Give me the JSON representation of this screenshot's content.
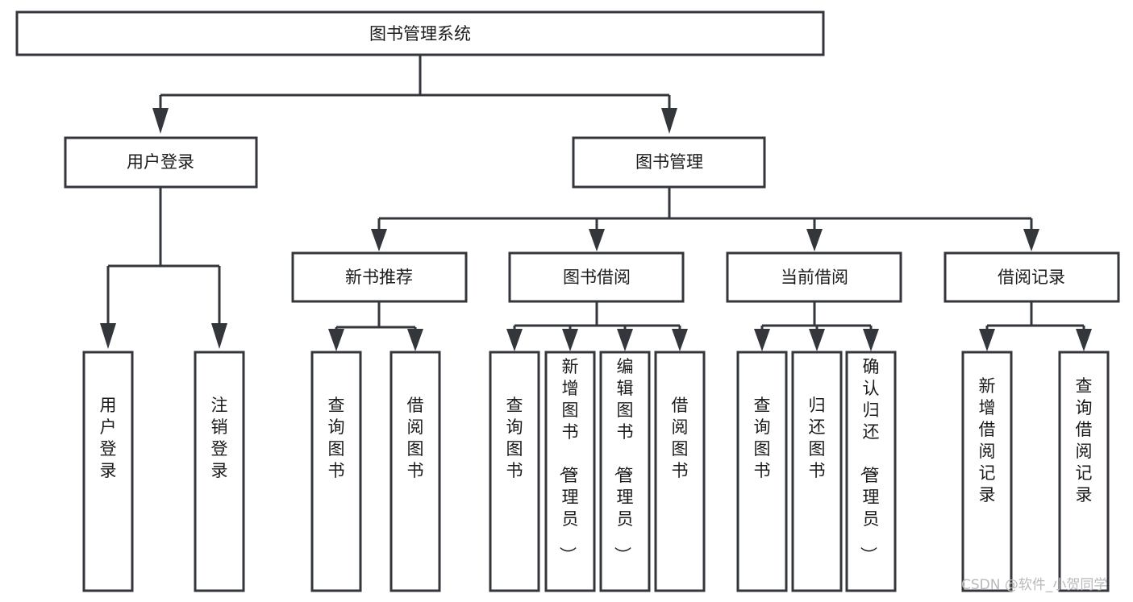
{
  "diagram": {
    "type": "tree",
    "title": "图书管理系统",
    "orientation": "top-down",
    "levels": 4,
    "nodes": {
      "root": {
        "label": "图书管理系统"
      },
      "level2": [
        {
          "id": "user-login",
          "label": "用户登录"
        },
        {
          "id": "book-management",
          "label": "图书管理"
        }
      ],
      "level3": [
        {
          "id": "new-book-recommend",
          "label": "新书推荐",
          "parent": "book-management"
        },
        {
          "id": "book-borrow",
          "label": "图书借阅",
          "parent": "book-management"
        },
        {
          "id": "current-borrow",
          "label": "当前借阅",
          "parent": "book-management"
        },
        {
          "id": "borrow-record",
          "label": "借阅记录",
          "parent": "book-management"
        }
      ],
      "leaves": [
        {
          "id": "leaf-user-login",
          "label": "用户登录",
          "parent": "user-login"
        },
        {
          "id": "leaf-logout-login",
          "label": "注销登录",
          "parent": "user-login"
        },
        {
          "id": "leaf-query-book-1",
          "label": "查询图书",
          "parent": "new-book-recommend"
        },
        {
          "id": "leaf-borrow-book-1",
          "label": "借阅图书",
          "parent": "new-book-recommend"
        },
        {
          "id": "leaf-query-book-2",
          "label": "查询图书",
          "parent": "book-borrow"
        },
        {
          "id": "leaf-add-book",
          "label": "新增图书（管理员）",
          "parent": "book-borrow"
        },
        {
          "id": "leaf-edit-book",
          "label": "编辑图书（管理员）",
          "parent": "book-borrow"
        },
        {
          "id": "leaf-borrow-book-2",
          "label": "借阅图书",
          "parent": "book-borrow"
        },
        {
          "id": "leaf-query-book-3",
          "label": "查询图书",
          "parent": "current-borrow"
        },
        {
          "id": "leaf-return-book",
          "label": "归还图书",
          "parent": "current-borrow"
        },
        {
          "id": "leaf-confirm-return",
          "label": "确认归还（管理员）",
          "parent": "current-borrow"
        },
        {
          "id": "leaf-add-record",
          "label": "新增借阅记录",
          "parent": "borrow-record"
        },
        {
          "id": "leaf-query-record",
          "label": "查询借阅记录",
          "parent": "borrow-record"
        }
      ]
    },
    "colors": {
      "stroke": "#33363b",
      "fill": "#ffffff",
      "text": "#1b1b1b",
      "watermark": "#b9b9b9"
    }
  },
  "watermark": {
    "text": "CSDN @软件_小贺同学"
  }
}
